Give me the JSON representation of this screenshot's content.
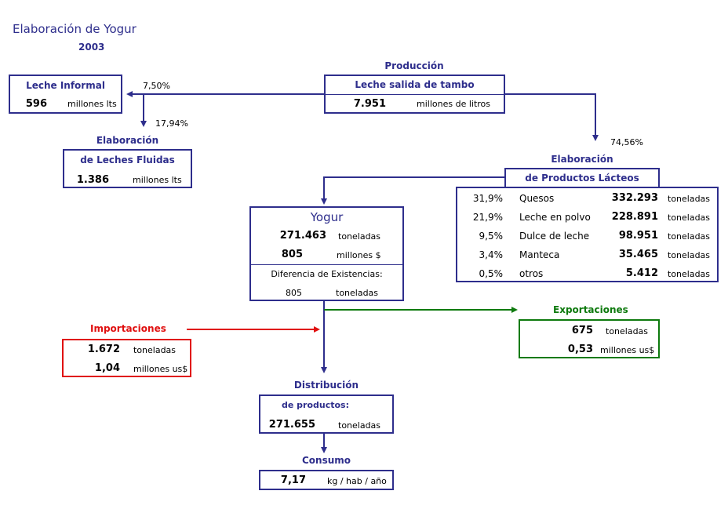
{
  "header": {
    "title": "Elaboración de Yogur",
    "year": "2003"
  },
  "produccion": {
    "heading": "Producción",
    "label": "Leche salida de tambo",
    "value": "7.951",
    "unit": "millones de litros"
  },
  "leche_informal": {
    "label": "Leche Informal",
    "value": "596",
    "unit": "millones lts",
    "pct": "7,50%"
  },
  "leches_fluidas": {
    "heading": "Elaboración",
    "label": "de Leches Fluidas",
    "value": "1.386",
    "unit": "millones lts",
    "pct": "17,94%"
  },
  "productos_lacteos": {
    "heading": "Elaboración",
    "label": "de Productos Lácteos",
    "pct": "74,56%",
    "items": [
      {
        "pct": "31,9%",
        "name": "Quesos",
        "value": "332.293",
        "unit": "toneladas"
      },
      {
        "pct": "21,9%",
        "name": "Leche en polvo",
        "value": "228.891",
        "unit": "toneladas"
      },
      {
        "pct": "9,5%",
        "name": "Dulce de leche",
        "value": "98.951",
        "unit": "toneladas"
      },
      {
        "pct": "3,4%",
        "name": "Manteca",
        "value": "35.465",
        "unit": "toneladas"
      },
      {
        "pct": "0,5%",
        "name": "otros",
        "value": "5.412",
        "unit": "toneladas"
      }
    ]
  },
  "yogur": {
    "label": "Yogur",
    "value1": "271.463",
    "unit1": "toneladas",
    "value2": "805",
    "unit2": "millones $",
    "diff_label": "Diferencia de Existencias:",
    "diff_value": "805",
    "diff_unit": "toneladas"
  },
  "importaciones": {
    "heading": "Importaciones",
    "value1": "1.672",
    "unit1": "toneladas",
    "value2": "1,04",
    "unit2": "millones us$"
  },
  "exportaciones": {
    "heading": "Exportaciones",
    "value1": "675",
    "unit1": "toneladas",
    "value2": "0,53",
    "unit2": "millones us$"
  },
  "distribucion": {
    "heading": "Distribución",
    "label": "de productos:",
    "value": "271.655",
    "unit": "toneladas"
  },
  "consumo": {
    "heading": "Consumo",
    "value": "7,17",
    "unit": "kg / hab / año"
  },
  "colors": {
    "navy": "#2e2e8c",
    "red": "#e01010",
    "green": "#0e7a0e"
  }
}
